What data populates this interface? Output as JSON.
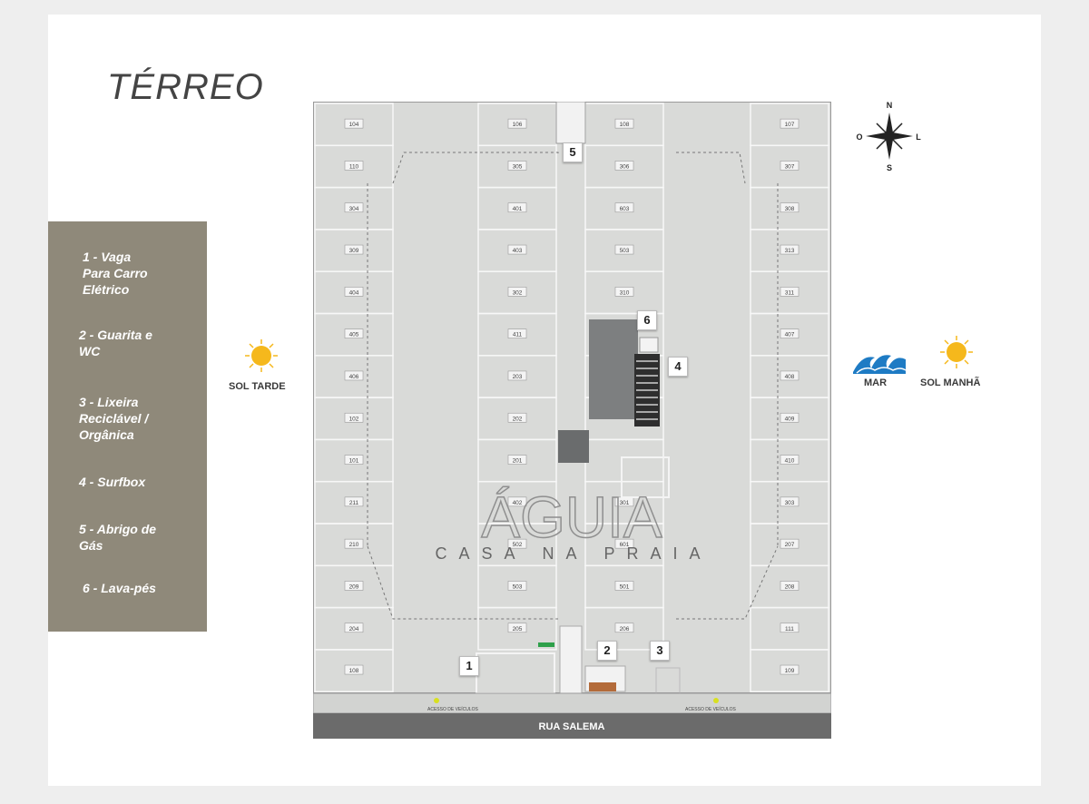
{
  "title": "TÉRREO",
  "legend": [
    "1 - Vaga\nPara Carro\nElétrico",
    "2 - Guarita e\nWC",
    "3 - Lixeira\nReciclável /\nOrgânica",
    "4 - Surfbox",
    "5 - Abrigo de\nGás",
    "6 - Lava-pés"
  ],
  "labels": {
    "sol_tarde": "SOL TARDE",
    "mar": "MAR",
    "sol_manha": "SOL MANHÃ",
    "street": "RUA SALEMA",
    "access_left": "ACESSO DE VEÍCULOS",
    "access_right": "ACESSO DE VEÍCULOS"
  },
  "compass": {
    "n": "N",
    "s": "S",
    "o": "O",
    "l": "L"
  },
  "watermark": {
    "main": "ÁGUIA",
    "sub": "CASA NA PRAIA"
  },
  "plan": {
    "col1": [
      "104",
      "110",
      "304",
      "309",
      "404",
      "405",
      "406",
      "102",
      "101",
      "211",
      "210",
      "209",
      "204",
      "108"
    ],
    "col2": [
      "106",
      "305",
      "401",
      "403",
      "302",
      "411",
      "203",
      "202",
      "201",
      "402",
      "502",
      "503",
      "205"
    ],
    "col3": [
      "108",
      "306",
      "603",
      "503",
      "310",
      "",
      "",
      "",
      "",
      "301",
      "601",
      "501",
      "206"
    ],
    "col4": [
      "107",
      "307",
      "308",
      "313",
      "311",
      "407",
      "408",
      "409",
      "410",
      "303",
      "207",
      "208",
      "111",
      "109"
    ],
    "markers": [
      "1",
      "2",
      "3",
      "4",
      "5",
      "6"
    ]
  },
  "colors": {
    "legend_bg": "#8f897a",
    "floor": "#d9dad8",
    "street": "#6b6b6b",
    "sun": "#f5b81c",
    "wave": "#1e7bc4"
  }
}
